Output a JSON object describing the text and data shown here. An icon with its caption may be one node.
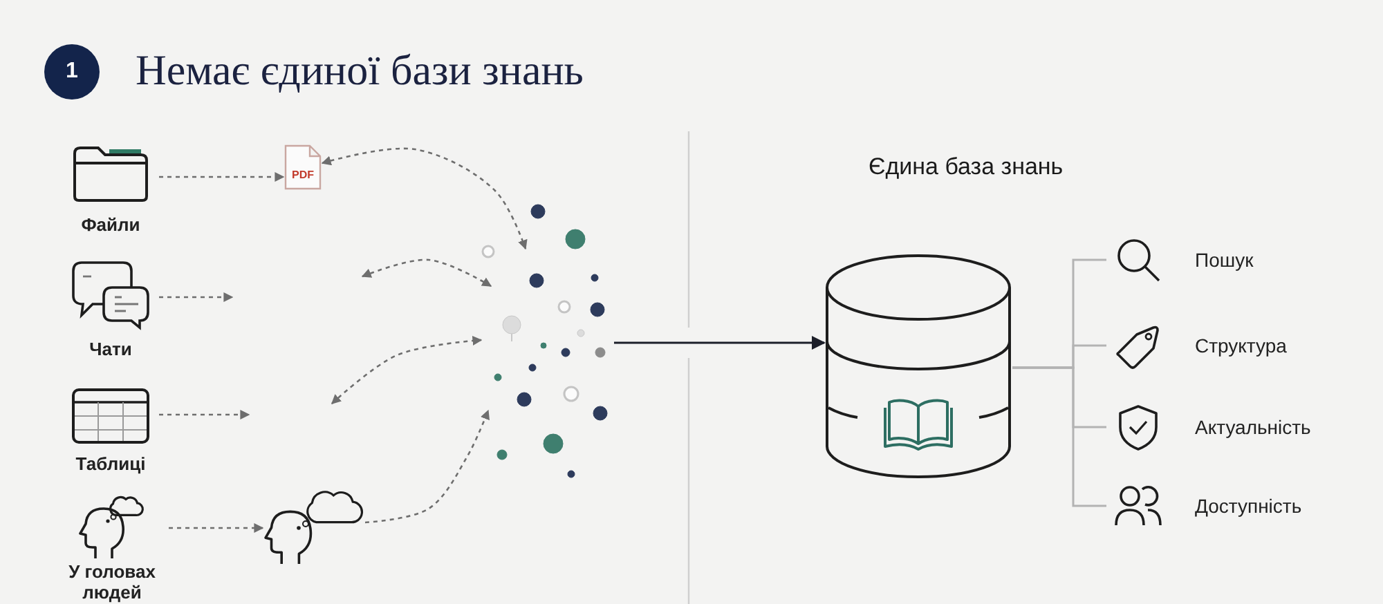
{
  "diagram": {
    "title": "Немає єдиної бази знань",
    "nodes": [
      {
        "text": [
          "1"
        ]
      },
      {
        "text": [
          "Файли"
        ]
      },
      {
        "text": [
          "Чати"
        ]
      },
      {
        "text": [
          "Таблиці"
        ]
      },
      {
        "text": [
          "У головах людей"
        ]
      },
      {
        "text": [
          "PDF"
        ]
      },
      {
        "text": [],
        "shape": "picture"
      },
      {
        "text": [],
        "shape": "picture"
      },
      {
        "text": [],
        "shape": "cylinder"
      },
      {
        "text": [
          "Пошук"
        ]
      },
      {
        "text": [
          "Структура"
        ]
      },
      {
        "text": [
          "Актуальність"
        ]
      },
      {
        "text": [
          "Доступність"
        ]
      }
    ],
    "edges": [
      {
        "from": 1,
        "to": 5,
        "arrow": "to",
        "style": "dashed"
      },
      {
        "from": 2,
        "to": null,
        "arrow": "to",
        "style": "dashed"
      },
      {
        "from": 3,
        "to": null,
        "arrow": "to",
        "style": "dashed"
      },
      {
        "from": 4,
        "to": 6,
        "arrow": "to",
        "style": "dashed"
      },
      {
        "from": 5,
        "to": 7,
        "arrow": "both",
        "style": "dashed"
      },
      {
        "from": null,
        "to": 7,
        "arrow": "both",
        "style": "dashed"
      },
      {
        "from": null,
        "to": 7,
        "arrow": "both",
        "style": "dashed"
      },
      {
        "from": 6,
        "to": 7,
        "arrow": "to",
        "style": "dashed"
      },
      {
        "from": 7,
        "to": 8,
        "arrow": "to",
        "color": "#1c1f2a"
      },
      {
        "from": 8,
        "to": 9,
        "arrow": "none",
        "color": "#b3b3b3"
      },
      {
        "from": 8,
        "to": 10,
        "arrow": "none",
        "color": "#b3b3b3"
      },
      {
        "from": 8,
        "to": 11,
        "arrow": "none",
        "color": "#b3b3b3"
      },
      {
        "from": 8,
        "to": 12,
        "arrow": "none",
        "color": "#b3b3b3"
      }
    ],
    "labels": [
      "Єдина база знань"
    ]
  }
}
